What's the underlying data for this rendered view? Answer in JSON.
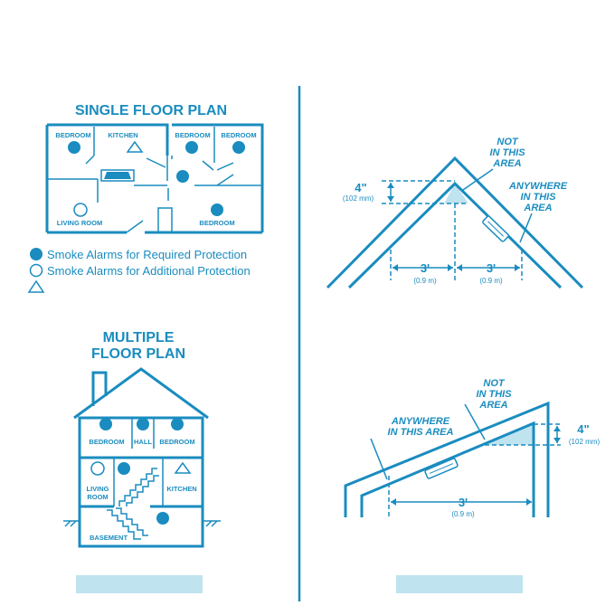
{
  "single_floor": {
    "title": "SINGLE FLOOR PLAN",
    "rooms": {
      "bedroom_1": "BEDROOM",
      "kitchen": "KITCHEN",
      "bedroom_2": "BEDROOM",
      "bedroom_3": "BEDROOM",
      "living_room": "LIVING ROOM",
      "bedroom_4": "BEDROOM"
    }
  },
  "legend": {
    "required": "Smoke Alarms for Required Protection",
    "additional": "Smoke Alarms for Additional Protection",
    "triangle": ""
  },
  "multi_floor": {
    "title_line1": "MULTIPLE",
    "title_line2": "FLOOR PLAN",
    "rooms": {
      "bedroom_left": "BEDROOM",
      "hall": "HALL",
      "bedroom_right": "BEDROOM",
      "living_line1": "LIVING",
      "living_line2": "ROOM",
      "kitchen": "KITCHEN",
      "basement": "BASEMENT"
    }
  },
  "peaked_ceiling": {
    "not_area": [
      "NOT",
      "IN THIS",
      "AREA"
    ],
    "anywhere": [
      "ANYWHERE",
      "IN THIS",
      "AREA"
    ],
    "dim_vertical": "4\"",
    "dim_vertical_metric": "(102 mm)",
    "dim_left": "3'",
    "dim_left_metric": "(0.9 m)",
    "dim_right": "3'",
    "dim_right_metric": "(0.9 m)"
  },
  "sloped_ceiling": {
    "not_area": [
      "NOT",
      "IN THIS",
      "AREA"
    ],
    "anywhere": [
      "ANYWHERE",
      "IN THIS AREA"
    ],
    "dim_vertical": "4\"",
    "dim_vertical_metric": "(102 mm)",
    "dim_horizontal": "3'",
    "dim_horizontal_metric": "(0.9 m)"
  },
  "colors": {
    "accent": "#1a8cbf",
    "shade": "#bfe3ef"
  }
}
